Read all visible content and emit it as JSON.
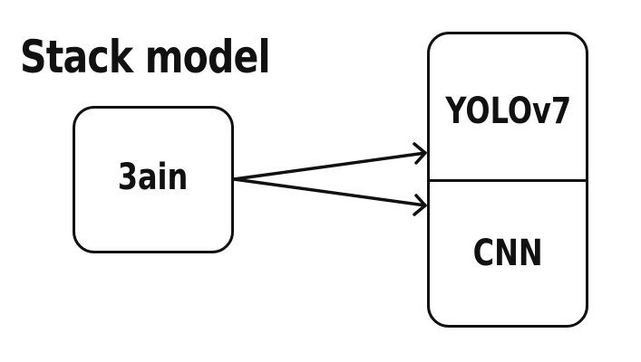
{
  "title": "Stack model",
  "source_box": {
    "label": "3ain"
  },
  "stack_box": {
    "top_label": "YOLOv7",
    "bottom_label": "CNN"
  },
  "colors": {
    "stroke": "#111111",
    "background": "#ffffff"
  }
}
